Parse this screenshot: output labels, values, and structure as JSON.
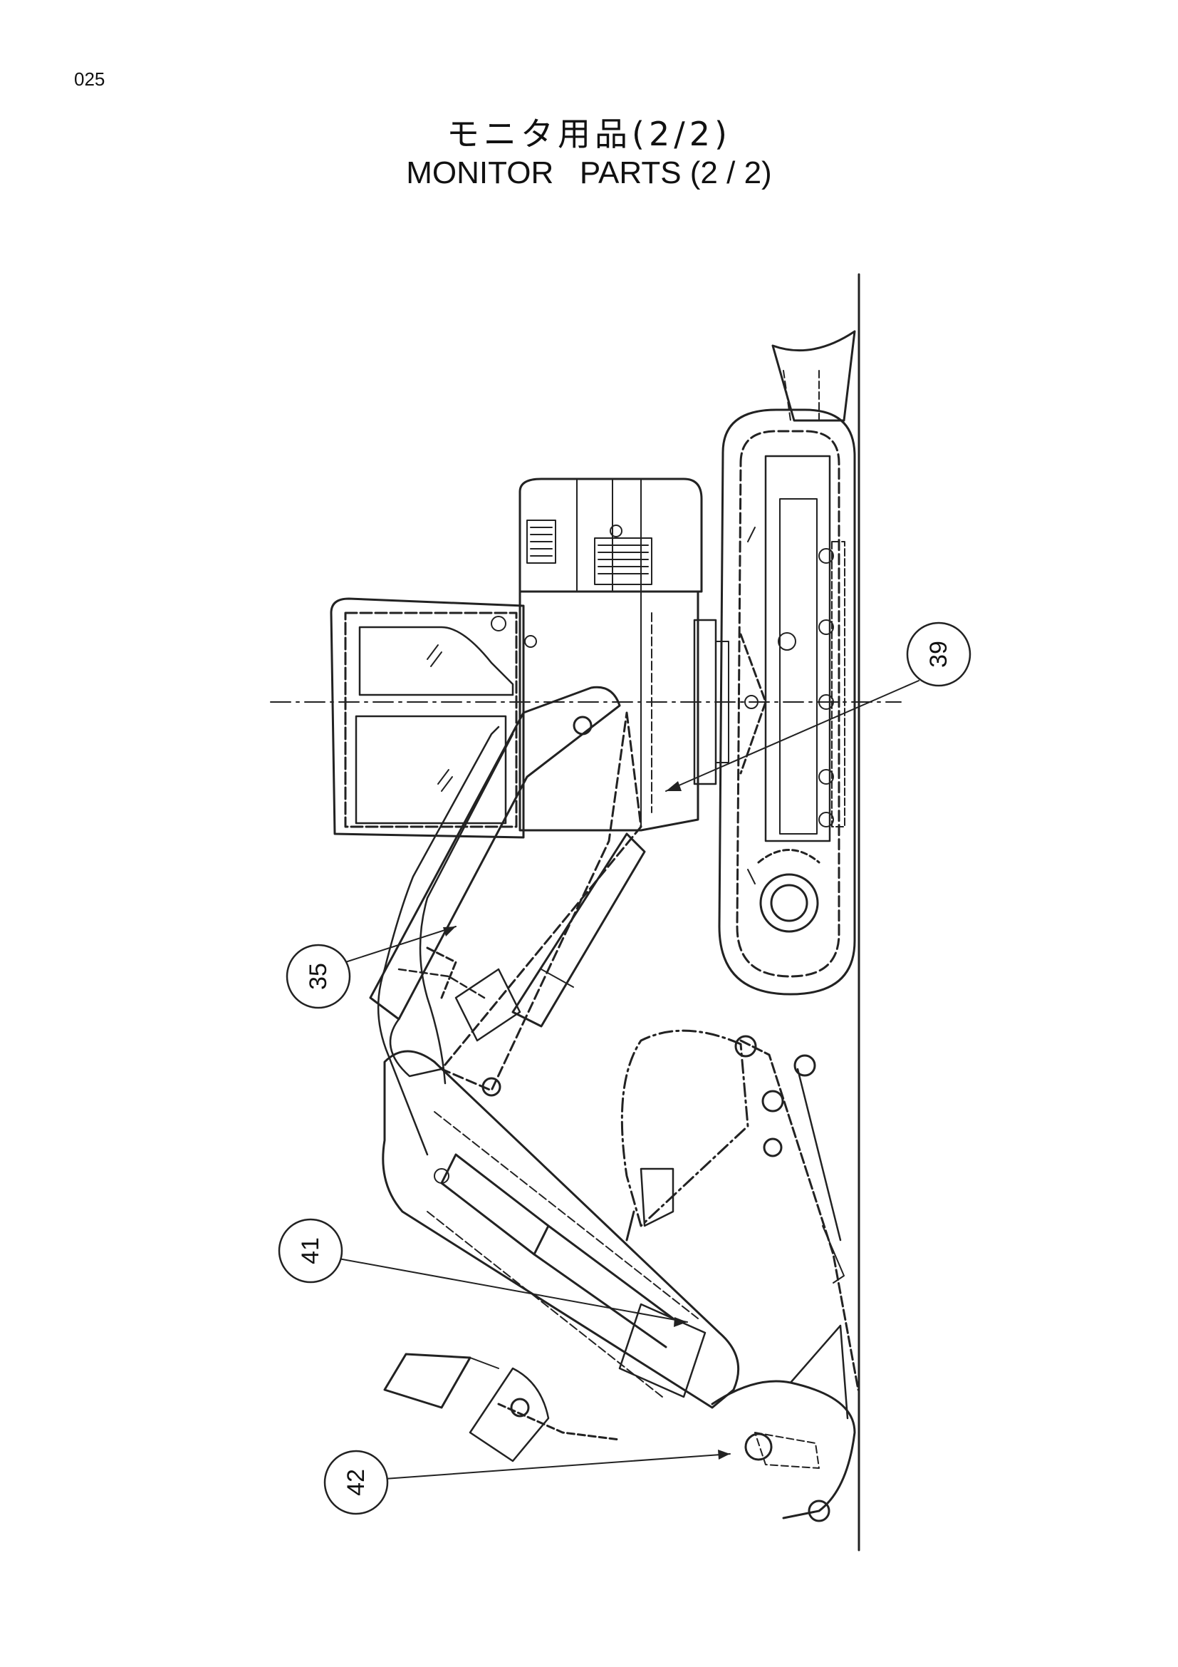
{
  "page": {
    "number": "025",
    "title_ja": "モニタ用品(2/2)",
    "title_en": "MONITOR   PARTS (2 / 2)"
  },
  "callouts": [
    {
      "id": "callout-39",
      "label": "39"
    },
    {
      "id": "callout-35",
      "label": "35"
    },
    {
      "id": "callout-41",
      "label": "41"
    },
    {
      "id": "callout-42",
      "label": "42"
    }
  ]
}
